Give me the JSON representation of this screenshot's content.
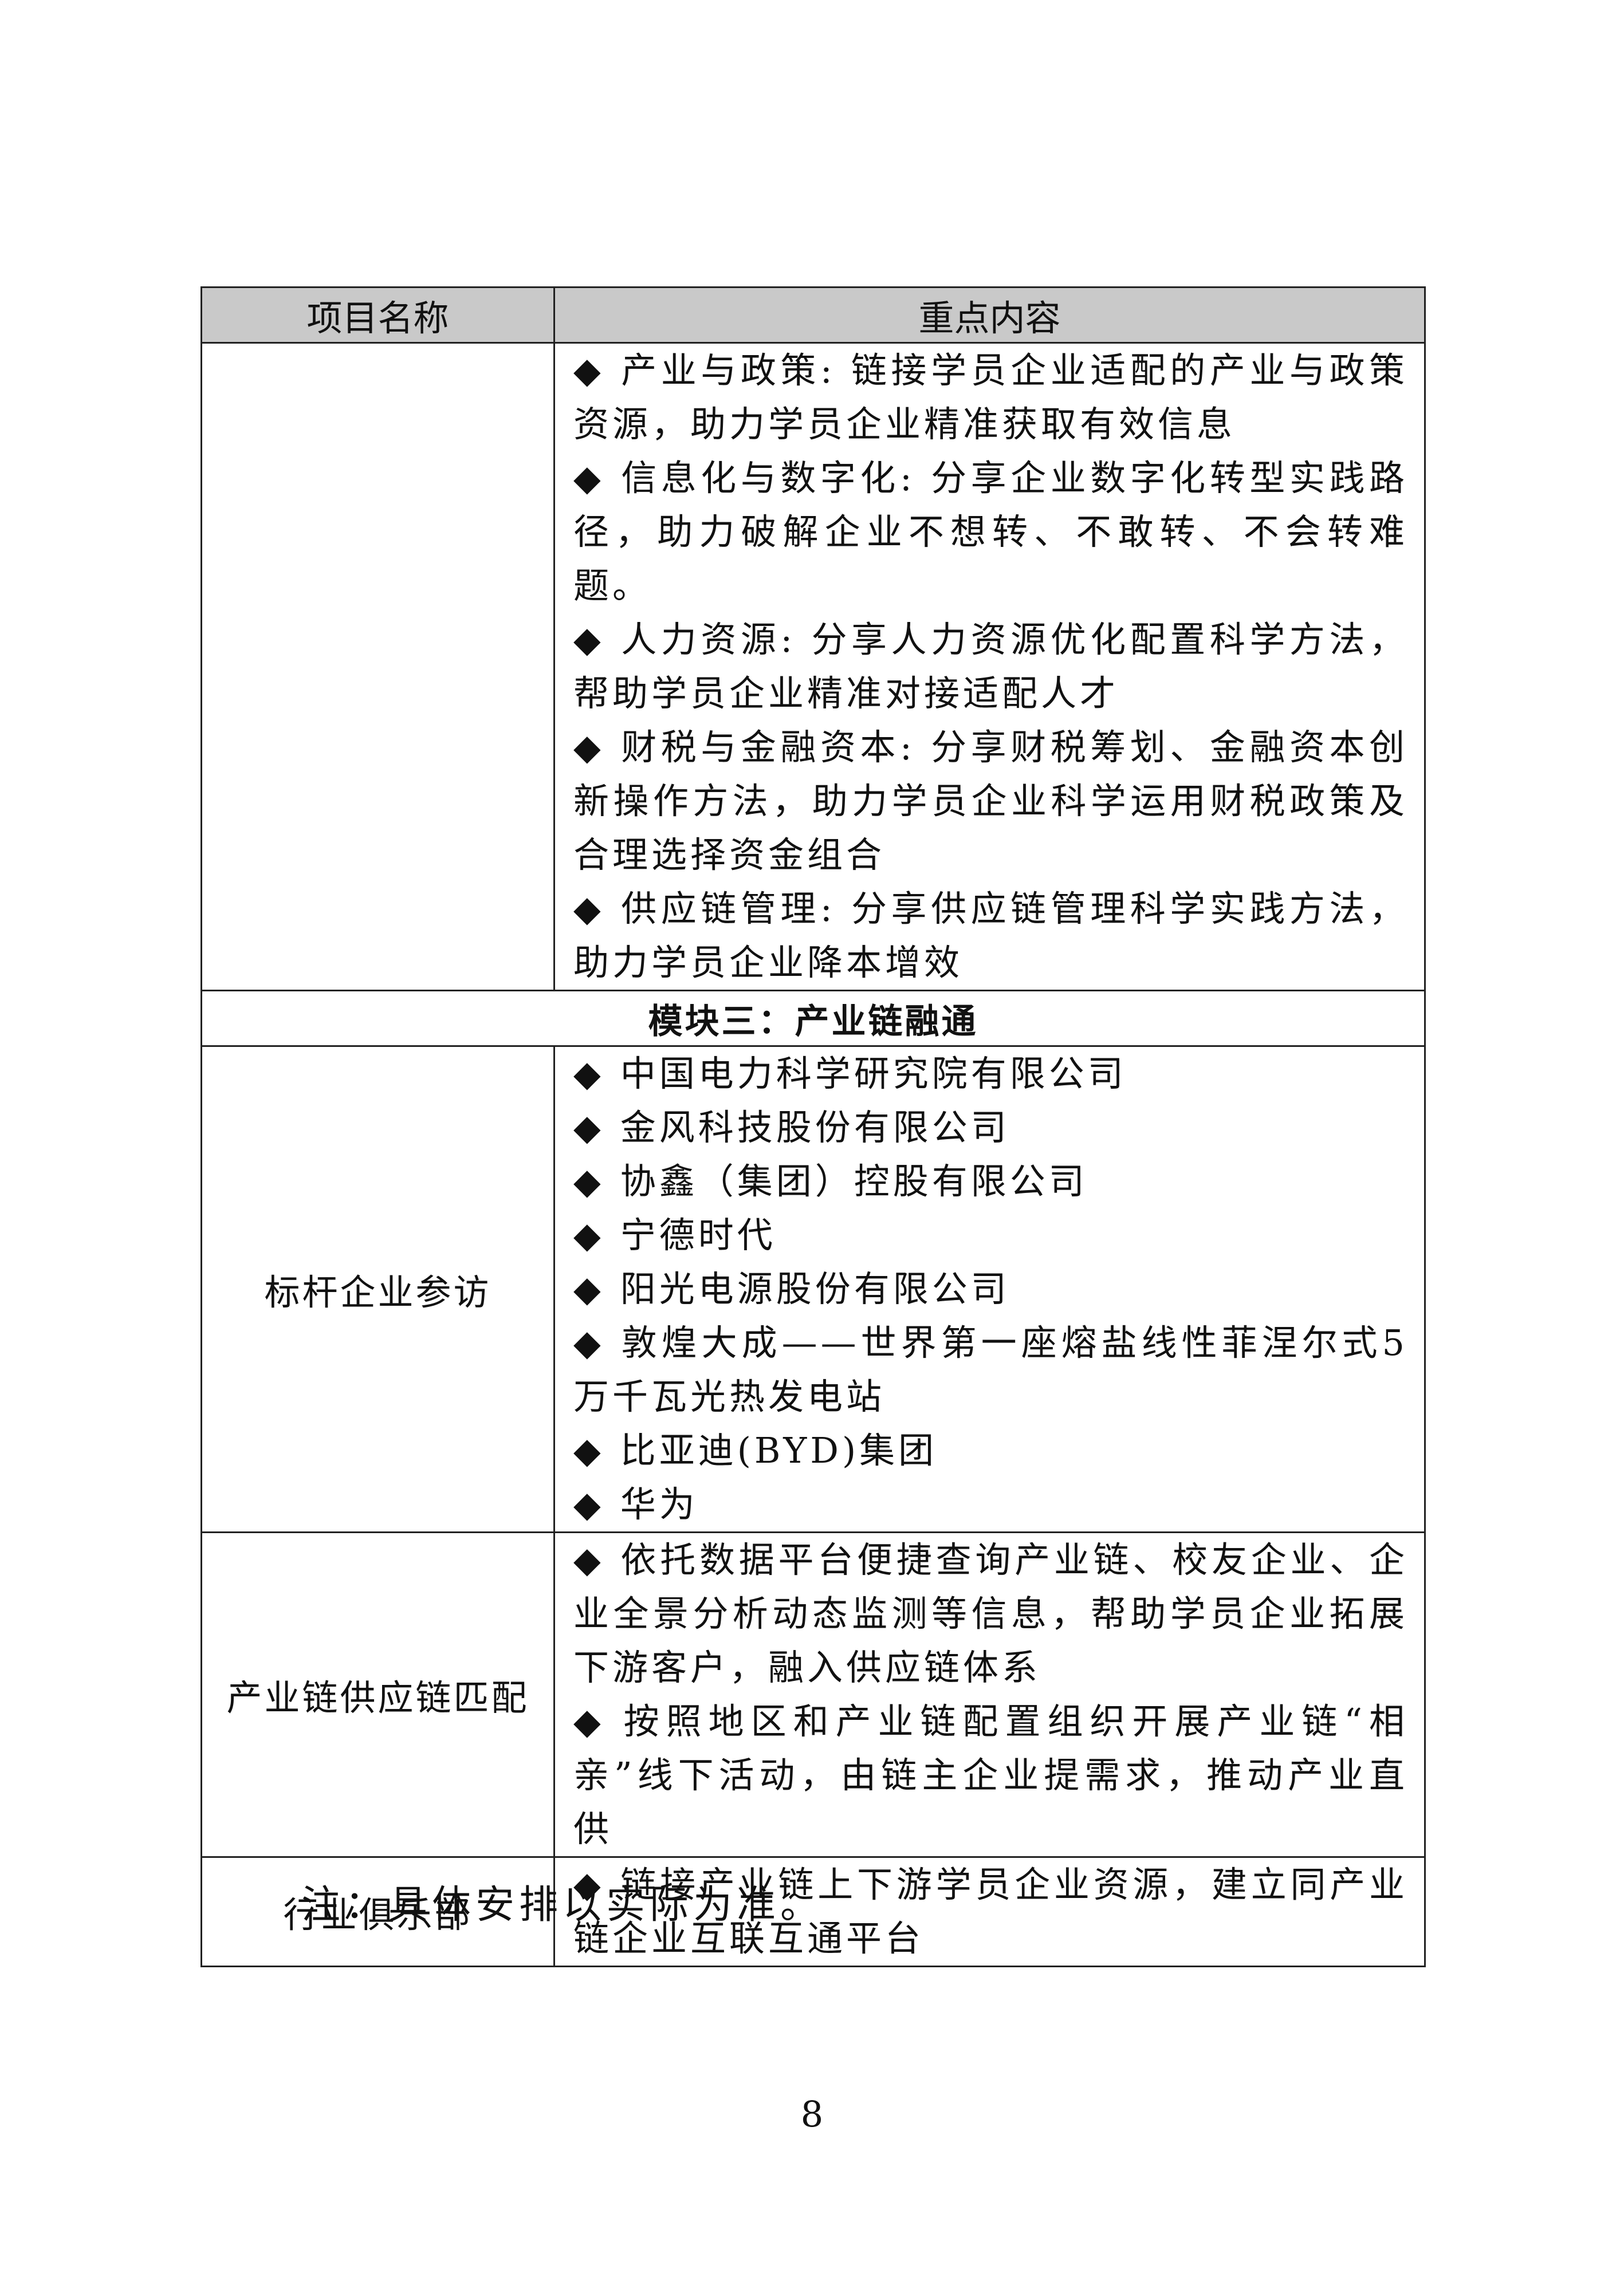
{
  "table": {
    "headers": [
      "项目名称",
      "重点内容"
    ],
    "rows": [
      {
        "name": "",
        "items": [
          "产业与政策: 链接学员企业适配的产业与政策资源，助力学员企业精准获取有效信息",
          "信息化与数字化: 分享企业数字化转型实践路径，助力破解企业不想转、不敢转、不会转难题。",
          "人力资源: 分享人力资源优化配置科学方法，帮助学员企业精准对接适配人才",
          "财税与金融资本: 分享财税筹划、金融资本创新操作方法，助力学员企业科学运用财税政策及合理选择资金组合",
          "供应链管理: 分享供应链管理科学实践方法，助力学员企业降本增效"
        ]
      }
    ],
    "module_title": "模块三：产业链融通",
    "module_rows": [
      {
        "name": "标杆企业参访",
        "items": [
          "中国电力科学研究院有限公司",
          "金风科技股份有限公司",
          "协鑫（集团）控股有限公司",
          "宁德时代",
          "阳光电源股份有限公司",
          "敦煌大成——世界第一座熔盐线性菲涅尔式5万千瓦光热发电站",
          "比亚迪(BYD)集团",
          "华为"
        ]
      },
      {
        "name": "产业链供应链匹配",
        "items": [
          "依托数据平台便捷查询产业链、校友企业、企业全景分析动态监测等信息，帮助学员企业拓展下游客户，融入供应链体系",
          "按照地区和产业链配置组织开展产业链“相亲”线下活动，由链主企业提需求，推动产业直供"
        ]
      },
      {
        "name": "行业俱乐部",
        "items": [
          "链接产业链上下游学员企业资源，建立同产业链企业互联互通平台"
        ]
      }
    ],
    "bullet_symbol": "◆"
  },
  "note": "注：具体安排以实际为准。",
  "page_number": "8"
}
